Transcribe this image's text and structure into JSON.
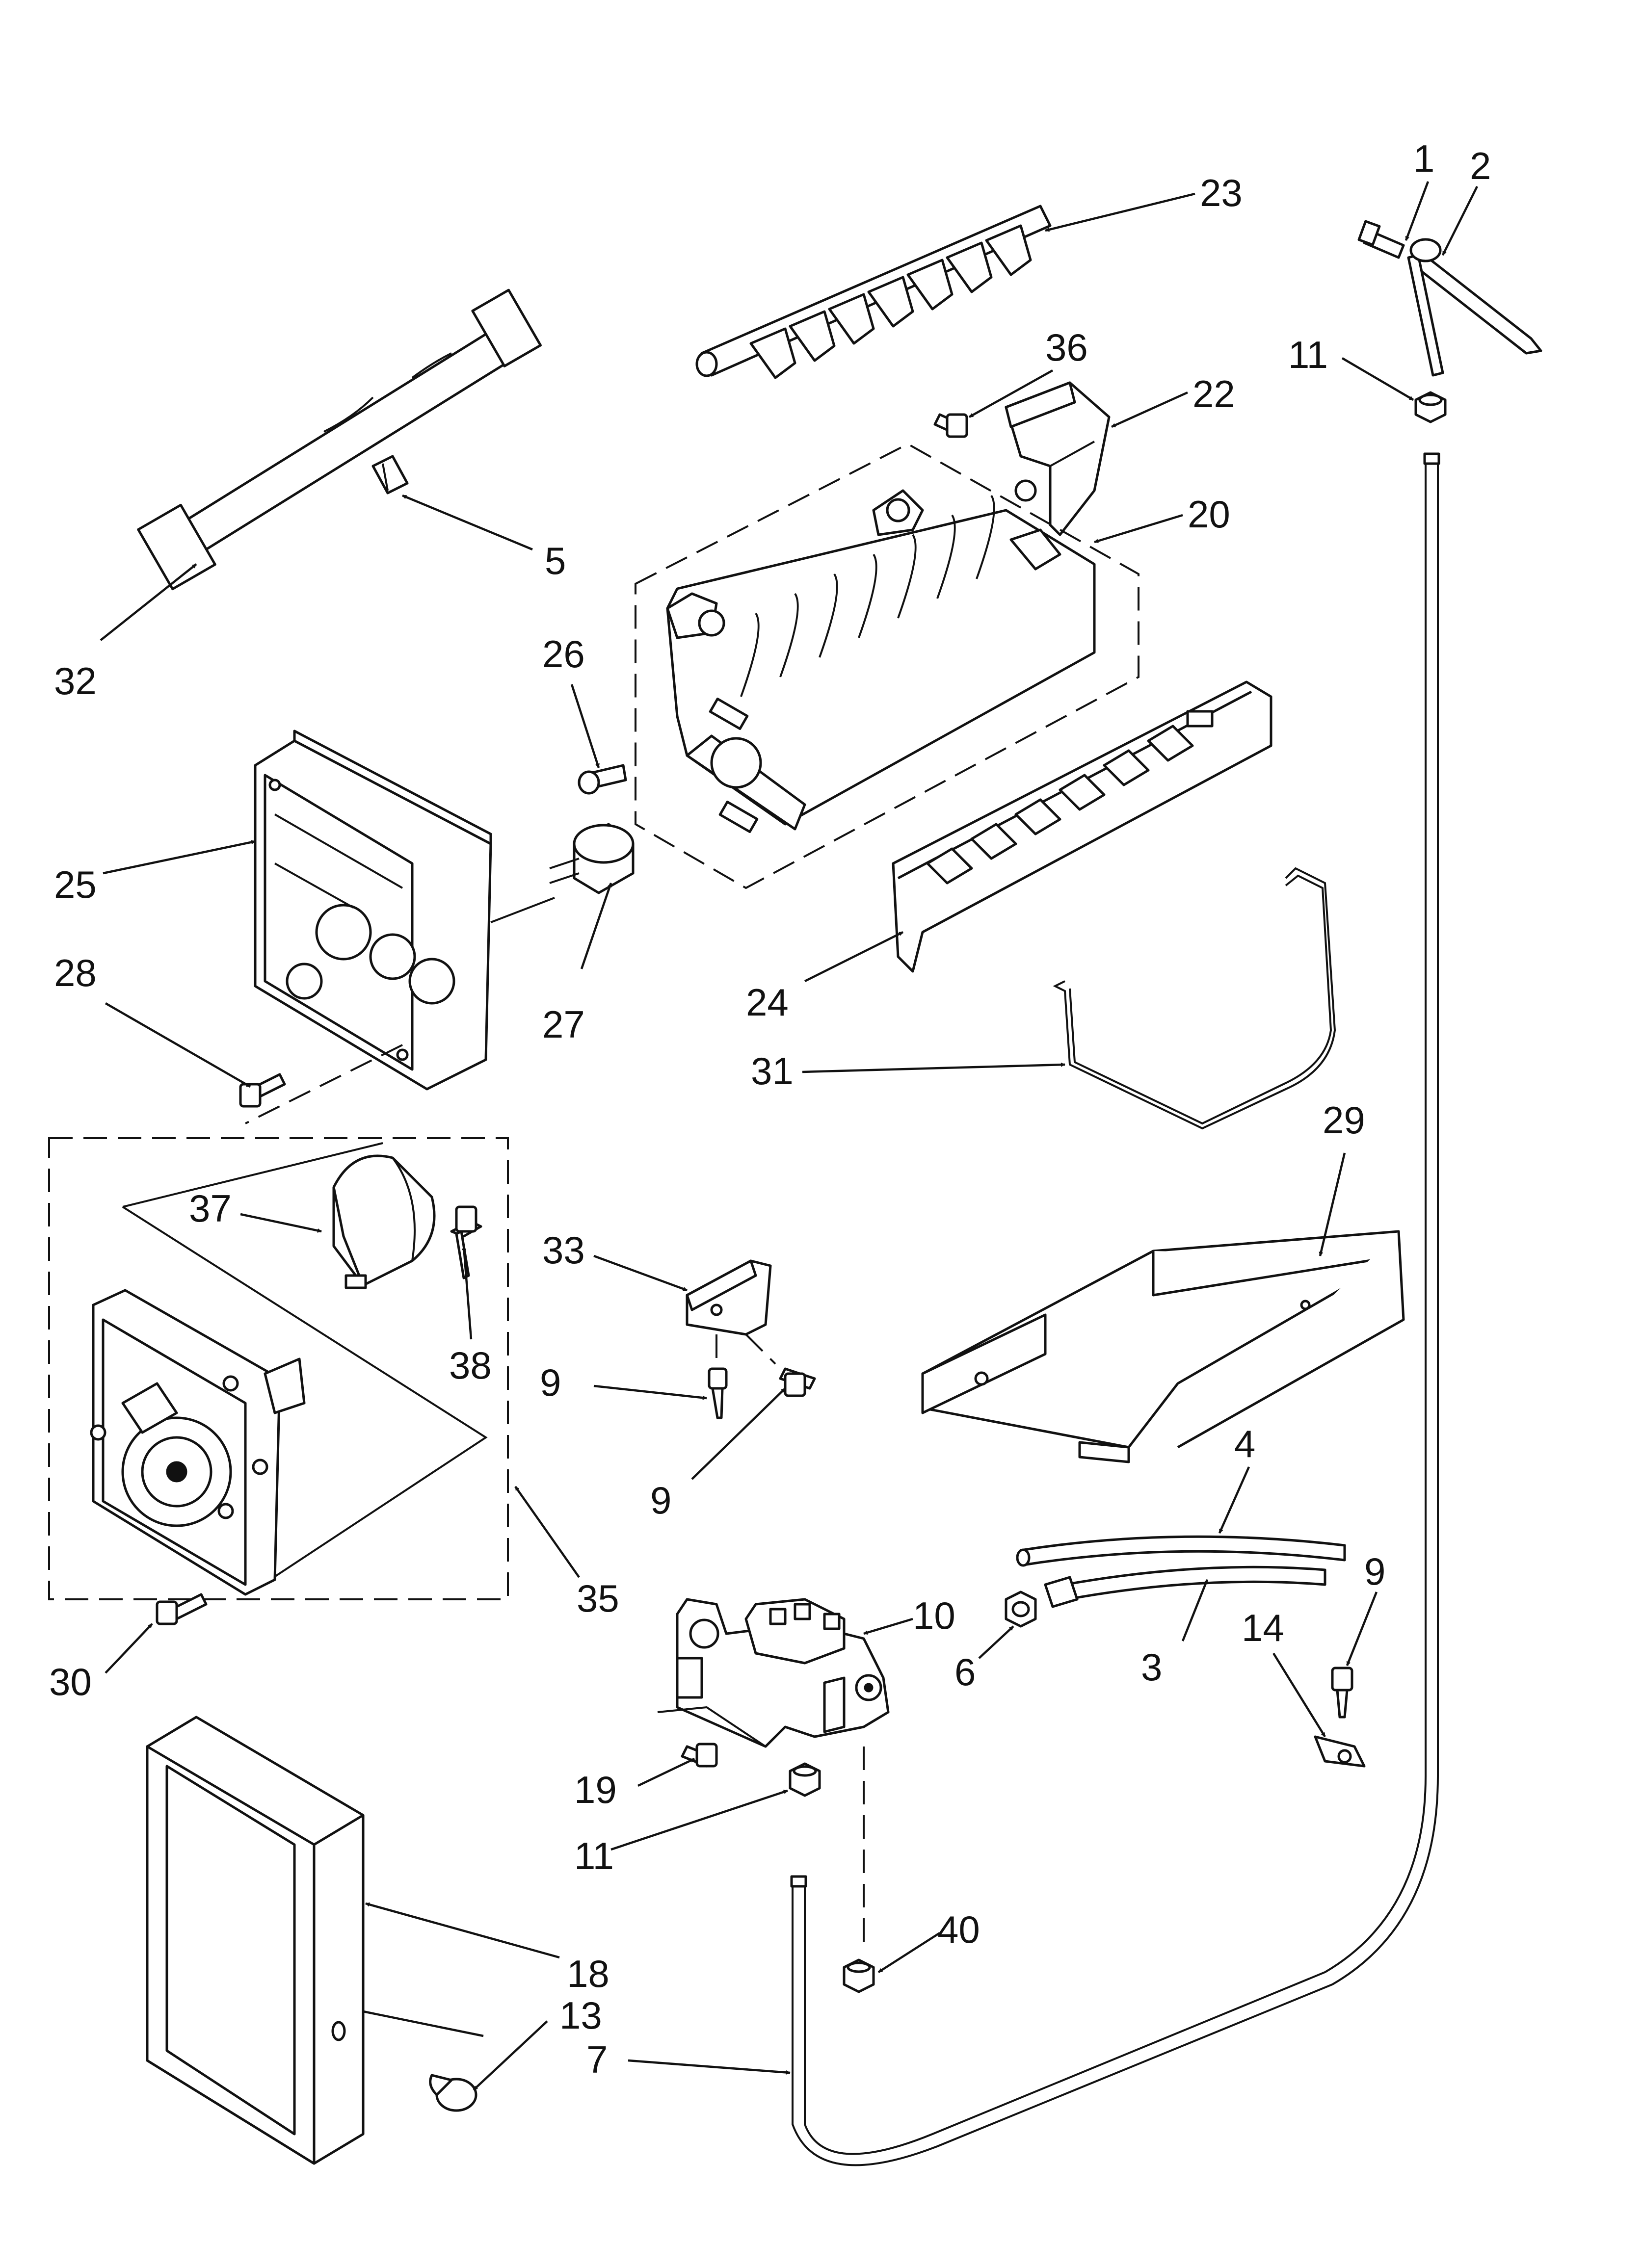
{
  "diagram": {
    "callouts": [
      {
        "id": "c1",
        "text": "1"
      },
      {
        "id": "c2",
        "text": "2"
      },
      {
        "id": "c3",
        "text": "3"
      },
      {
        "id": "c4",
        "text": "4"
      },
      {
        "id": "c5",
        "text": "5"
      },
      {
        "id": "c6",
        "text": "6"
      },
      {
        "id": "c7",
        "text": "7"
      },
      {
        "id": "c9a",
        "text": "9"
      },
      {
        "id": "c9b",
        "text": "9"
      },
      {
        "id": "c9c",
        "text": "9"
      },
      {
        "id": "c10",
        "text": "10"
      },
      {
        "id": "c11a",
        "text": "11"
      },
      {
        "id": "c11b",
        "text": "11"
      },
      {
        "id": "c13",
        "text": "13"
      },
      {
        "id": "c14",
        "text": "14"
      },
      {
        "id": "c18",
        "text": "18"
      },
      {
        "id": "c19",
        "text": "19"
      },
      {
        "id": "c20",
        "text": "20"
      },
      {
        "id": "c22",
        "text": "22"
      },
      {
        "id": "c23",
        "text": "23"
      },
      {
        "id": "c24",
        "text": "24"
      },
      {
        "id": "c25",
        "text": "25"
      },
      {
        "id": "c26",
        "text": "26"
      },
      {
        "id": "c27",
        "text": "27"
      },
      {
        "id": "c28",
        "text": "28"
      },
      {
        "id": "c29",
        "text": "29"
      },
      {
        "id": "c30",
        "text": "30"
      },
      {
        "id": "c31",
        "text": "31"
      },
      {
        "id": "c32",
        "text": "32"
      },
      {
        "id": "c33",
        "text": "33"
      },
      {
        "id": "c35",
        "text": "35"
      },
      {
        "id": "c36",
        "text": "36"
      },
      {
        "id": "c37",
        "text": "37"
      },
      {
        "id": "c38",
        "text": "38"
      },
      {
        "id": "c40",
        "text": "40"
      }
    ],
    "ink_color": "#111111",
    "background_color": "#ffffff"
  }
}
